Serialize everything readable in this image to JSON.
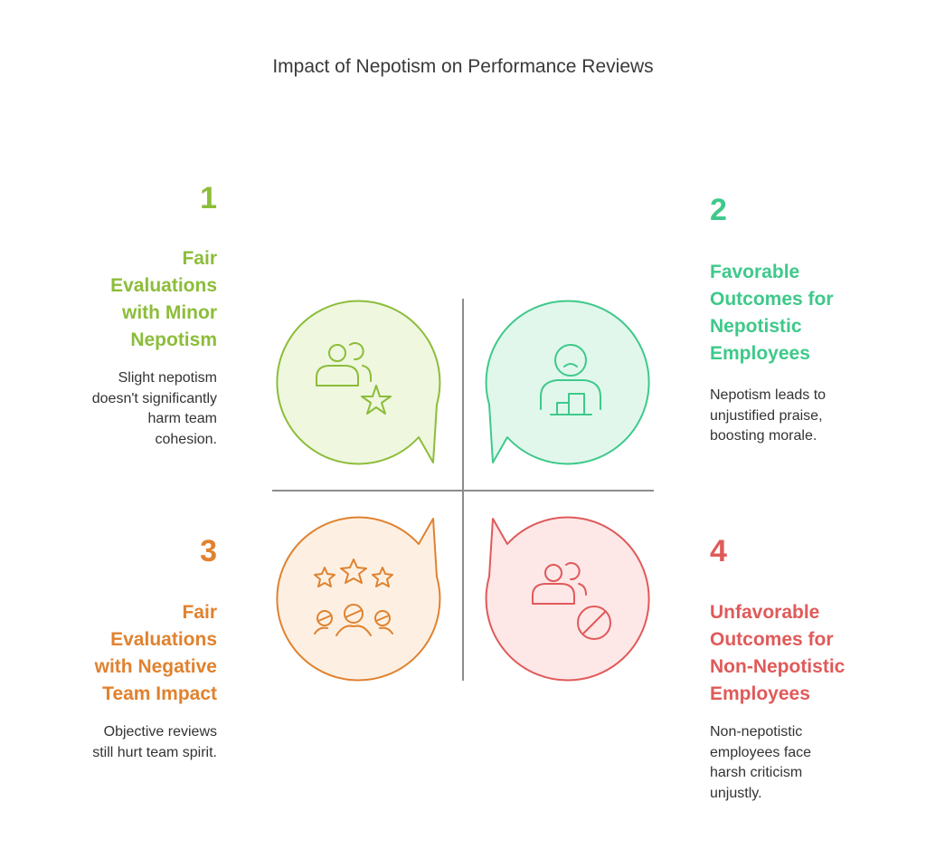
{
  "title": "Impact of Nepotism on Performance Reviews",
  "colors": {
    "q1_stroke": "#8cbd3a",
    "q1_fill": "#eff7df",
    "q1_text": "#8cbd3a",
    "q2_stroke": "#3ec98a",
    "q2_fill": "#e1f7ec",
    "q2_text": "#3ec98a",
    "q3_stroke": "#e0822f",
    "q3_fill": "#fdf0e3",
    "q3_text": "#e0822f",
    "q4_stroke": "#e05a5a",
    "q4_fill": "#fde7e7",
    "q4_text": "#e05a5a",
    "divider": "#8c8c8c"
  },
  "quadrants": [
    {
      "number": "1",
      "heading": [
        "Fair",
        "Evaluations",
        "with Minor",
        "Nepotism"
      ],
      "description": [
        "Slight nepotism",
        "doesn't significantly",
        "harm team",
        "cohesion."
      ],
      "icon": "users-star-icon"
    },
    {
      "number": "2",
      "heading": [
        "Favorable",
        "Outcomes for",
        "Nepotistic",
        "Employees"
      ],
      "description": [
        "Nepotism leads to",
        "unjustified praise,",
        "boosting morale."
      ],
      "icon": "person-podium-icon"
    },
    {
      "number": "3",
      "heading": [
        "Fair",
        "Evaluations",
        "with Negative",
        "Team Impact"
      ],
      "description": [
        "Objective reviews",
        "still hurt team spirit."
      ],
      "icon": "stars-team-icon"
    },
    {
      "number": "4",
      "heading": [
        "Unfavorable",
        "Outcomes for",
        "Non-Nepotistic",
        "Employees"
      ],
      "description": [
        "Non-nepotistic",
        "employees face",
        "harsh criticism",
        "unjustly."
      ],
      "icon": "users-blocked-icon"
    }
  ]
}
